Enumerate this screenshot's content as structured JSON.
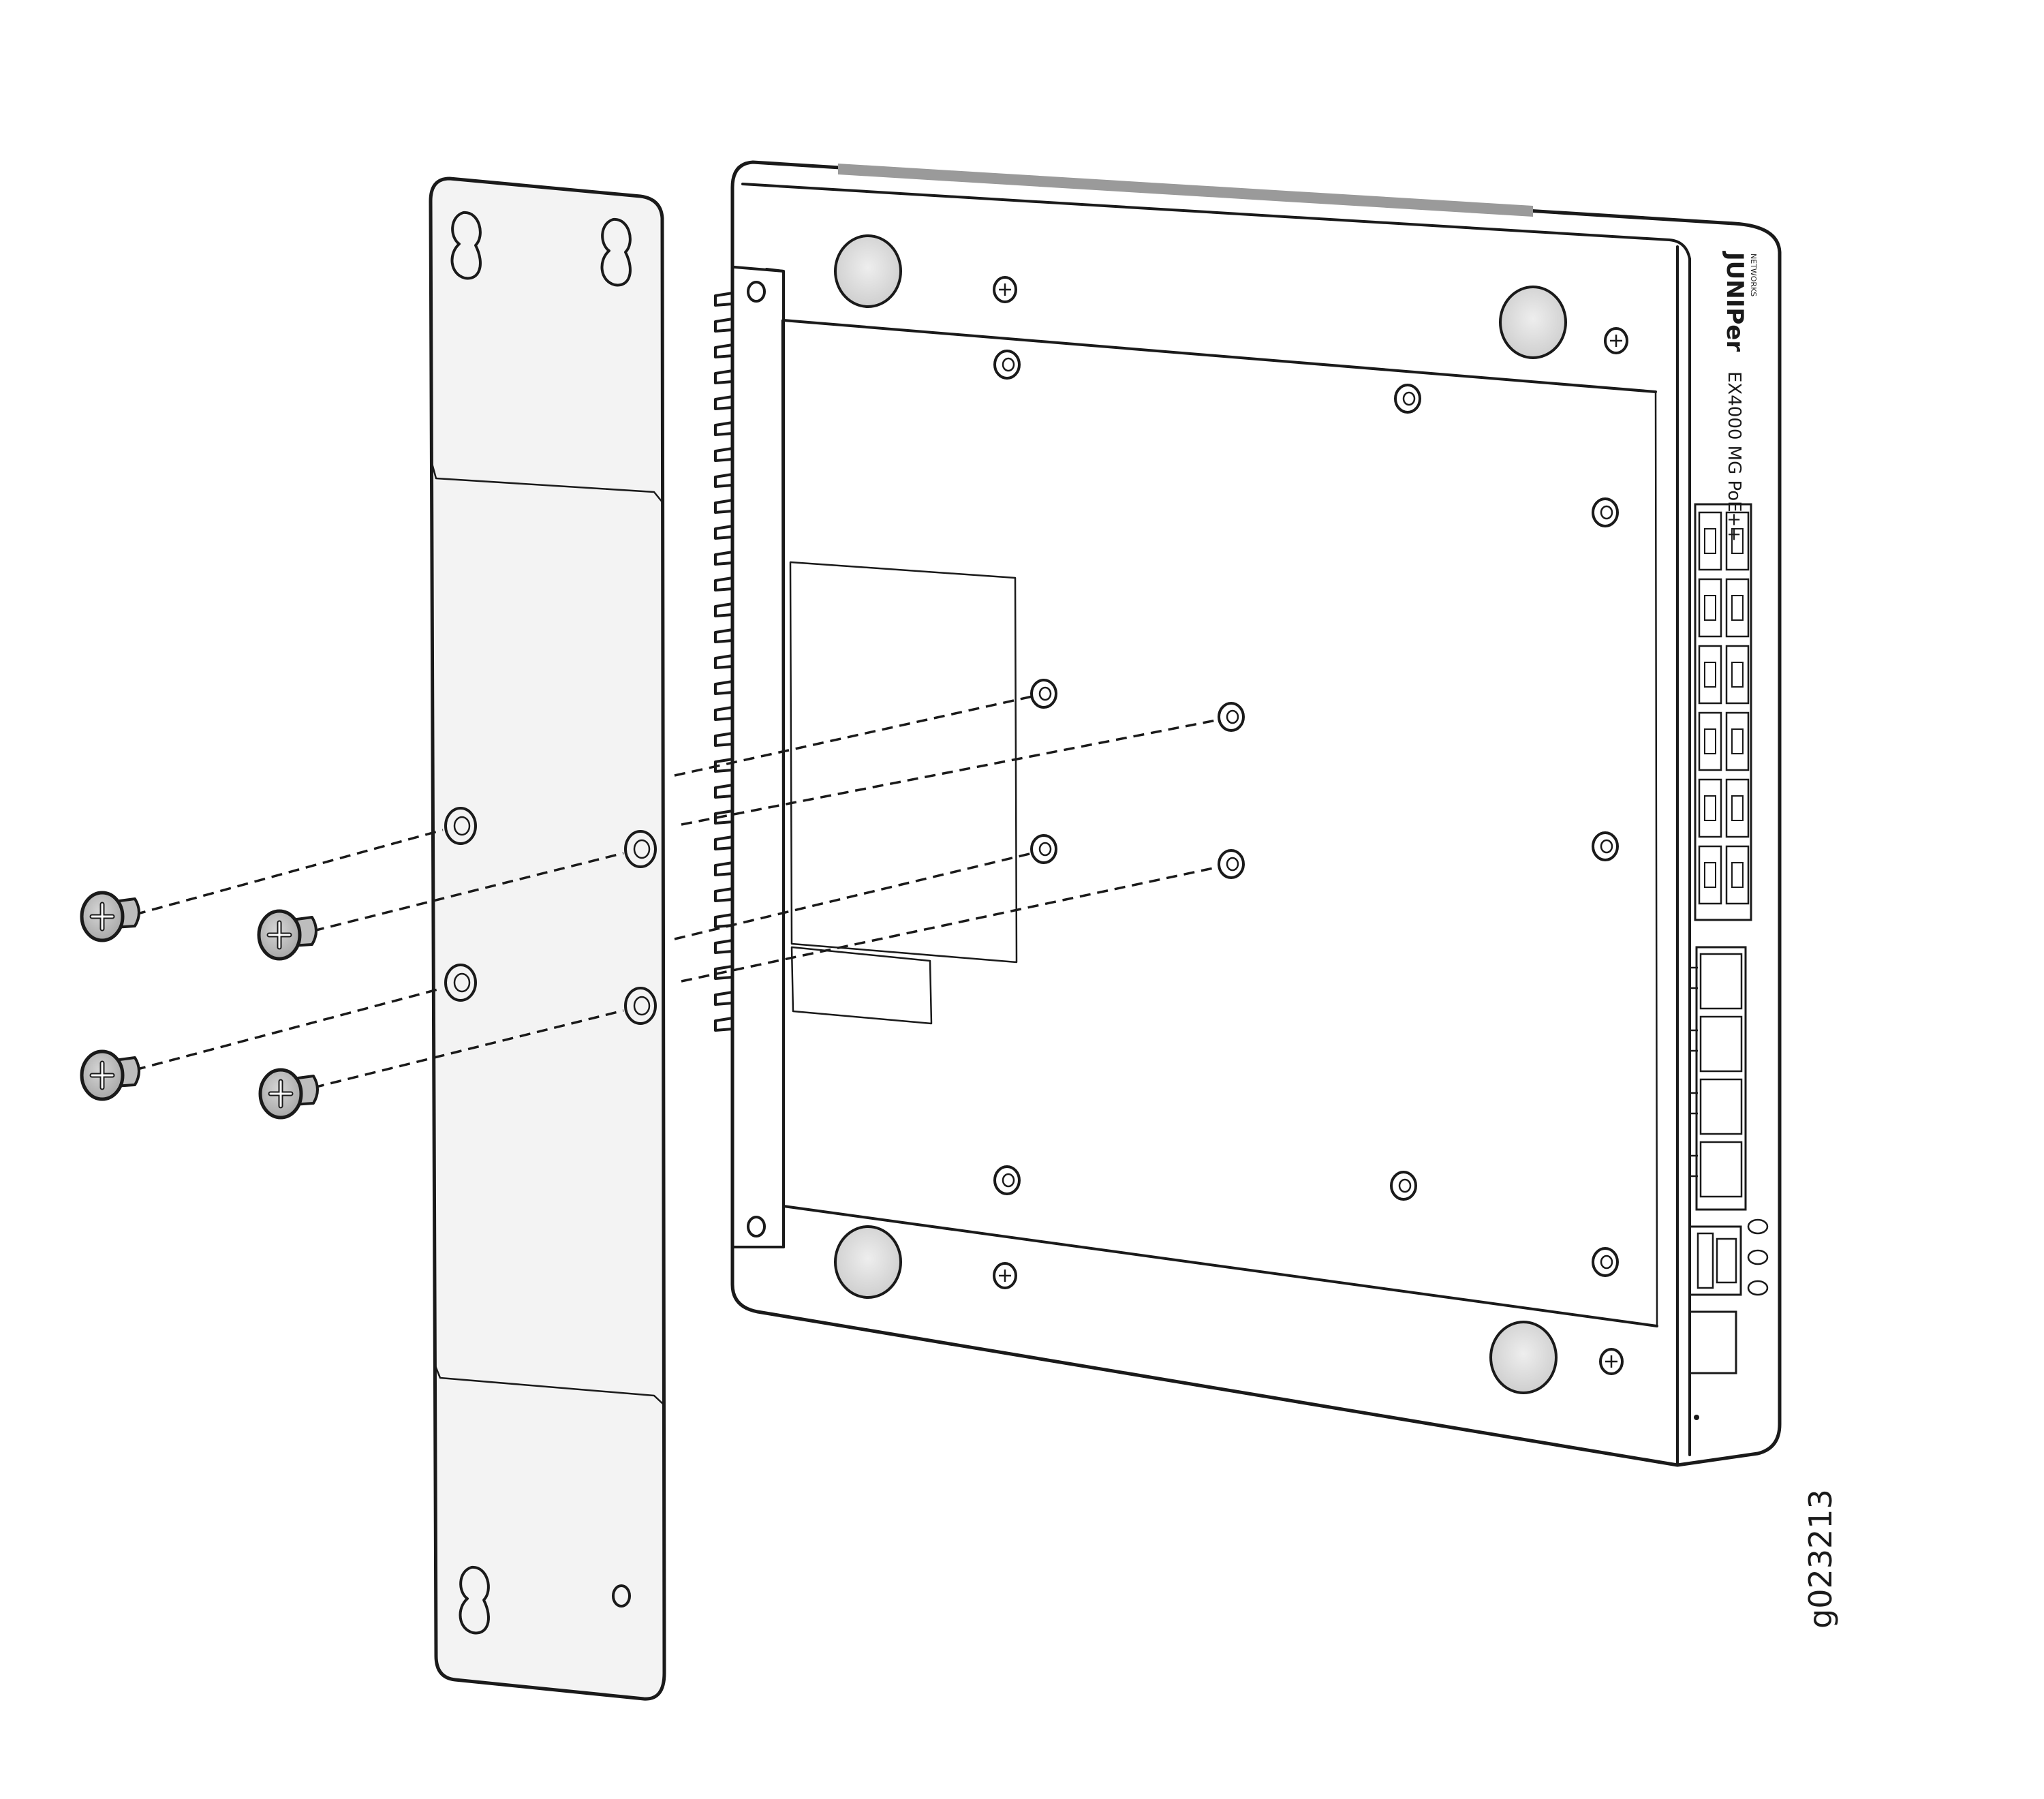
{
  "device": {
    "brand": "JUNIPer",
    "sub_brand": "NETWORKS",
    "model": "EX4000 MG PoE++"
  },
  "figure_id": "g023213"
}
